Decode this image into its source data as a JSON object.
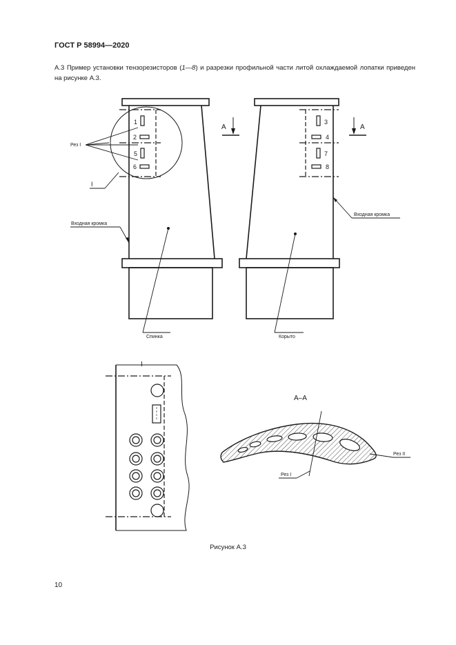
{
  "header": {
    "standard": "ГОСТ Р 58994—2020"
  },
  "paragraph": {
    "lead": "А.3 Пример установки тензорезисторов (",
    "range": "1—8",
    "tail": ") и разрезки профильной части литой охлаждаемой лопатки приведен на рисунке А.3."
  },
  "figure": {
    "section_mark": "А",
    "view_mark": "I",
    "cut_label": "Рез I",
    "cut2_label": "Рез II",
    "leading_edge_left": "Входная кромка",
    "leading_edge_right": "Входная кромка",
    "suction_side": "Спинка",
    "pressure_side": "Корыто",
    "section_title": "А–А",
    "gauge_numbers": [
      "1",
      "2",
      "3",
      "4",
      "5",
      "6",
      "7",
      "8"
    ]
  },
  "caption": "Рисунок А.3",
  "page_number": "10"
}
